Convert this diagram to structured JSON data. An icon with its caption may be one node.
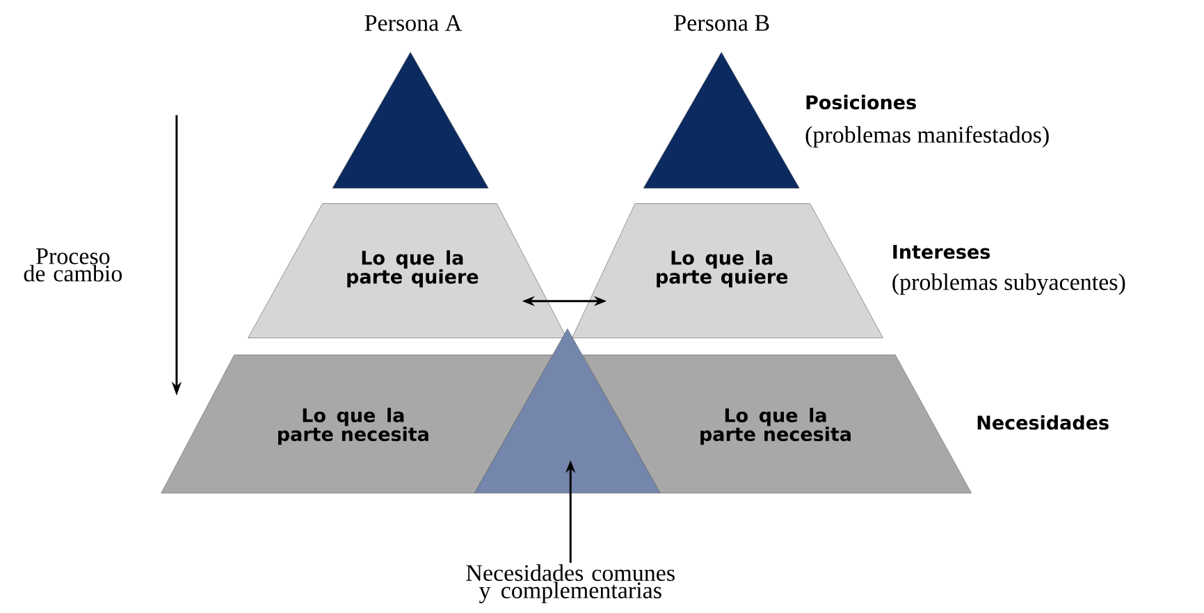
{
  "diagram": {
    "nodes": [
      {
        "text": [],
        "shape": "triangle",
        "beside": [
          "Persona A"
        ]
      },
      {
        "text": [],
        "shape": "triangle",
        "beside": [
          "Persona B"
        ]
      },
      {
        "text": [
          "Lo que la parte quiere"
        ]
      },
      {
        "text": [
          "Lo que la parte quiere"
        ]
      },
      {
        "text": [
          "Lo que la parte necesita"
        ]
      },
      {
        "text": [],
        "shape": "triangle"
      },
      {
        "text": [
          "Lo que la parte necesita"
        ]
      },
      {
        "text": [
          "Necesidades comunes y complementarias"
        ]
      }
    ],
    "edges": [
      {
        "from": 2,
        "to": 3,
        "arrow": "both"
      },
      {
        "from": 7,
        "to": 5,
        "arrow": "to"
      }
    ],
    "labels": [
      "Posiciones",
      "(problemas manifestados)",
      "Proceso de cambio",
      "Intereses",
      "(problemas subyacentes)",
      "Necesidades"
    ]
  }
}
